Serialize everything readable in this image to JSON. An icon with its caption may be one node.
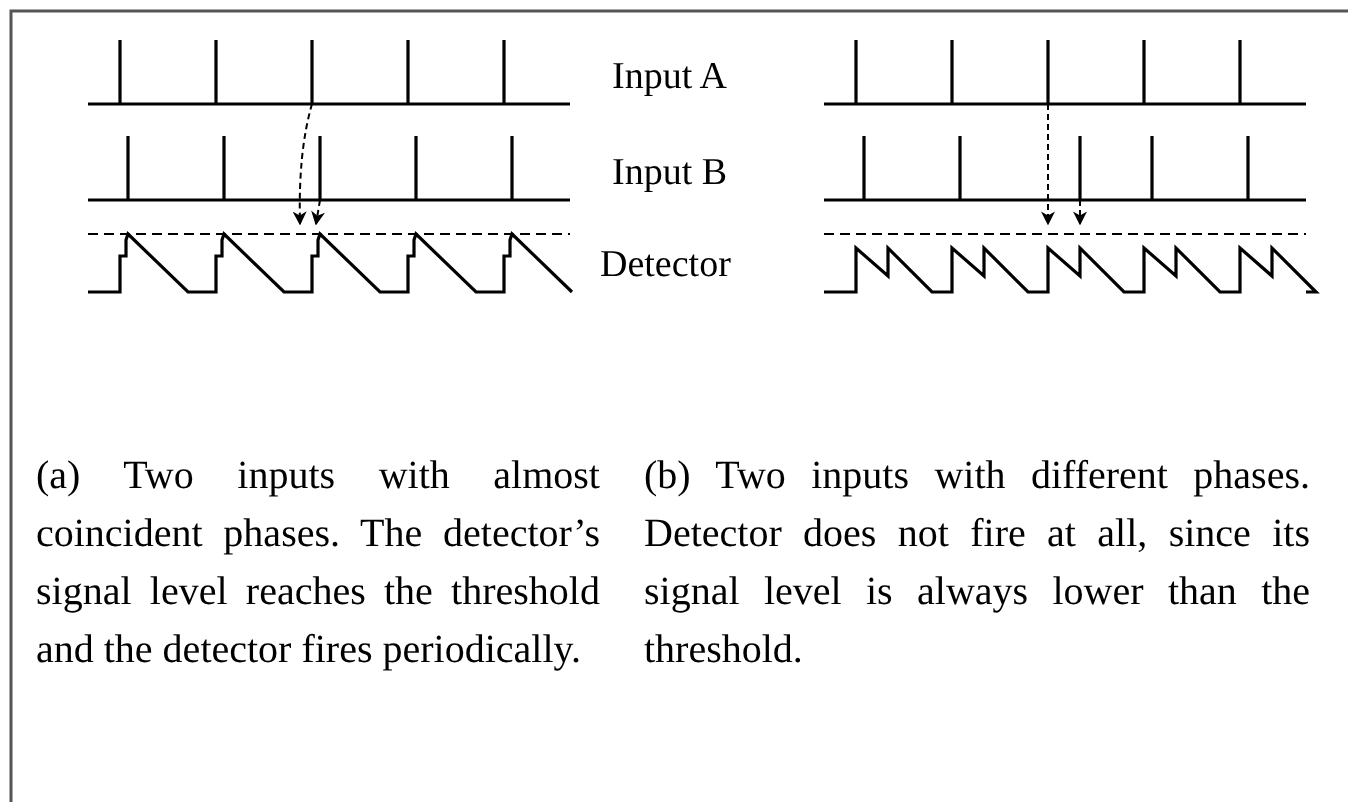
{
  "diagram": {
    "nodes": [
      {
        "text": [],
        "shape": "bar"
      },
      {
        "text": [],
        "shape": "bar"
      },
      {
        "text": [],
        "shape": "picture"
      },
      {
        "text": [],
        "shape": "bar"
      },
      {
        "text": [],
        "shape": "bar"
      },
      {
        "text": [],
        "shape": "picture"
      }
    ],
    "edges": [
      {
        "from": 0,
        "to": 2,
        "arrow": "to",
        "style": "dashed"
      },
      {
        "from": 1,
        "to": 2,
        "arrow": "to",
        "style": "dashed"
      },
      {
        "from": 3,
        "to": 5,
        "arrow": "to",
        "style": "dashed"
      },
      {
        "from": 4,
        "to": 5,
        "arrow": "to",
        "style": "dashed"
      }
    ],
    "labels": [
      "Input A",
      "Input B",
      "Detector",
      "(a) Two inputs with almost coincident phases. The detector’s signal level reaches the threshold and the detector fires periodically.",
      "(b) Two inputs with different phases. Detector does not fire at all, since its signal level is always lower than the threshold."
    ]
  }
}
